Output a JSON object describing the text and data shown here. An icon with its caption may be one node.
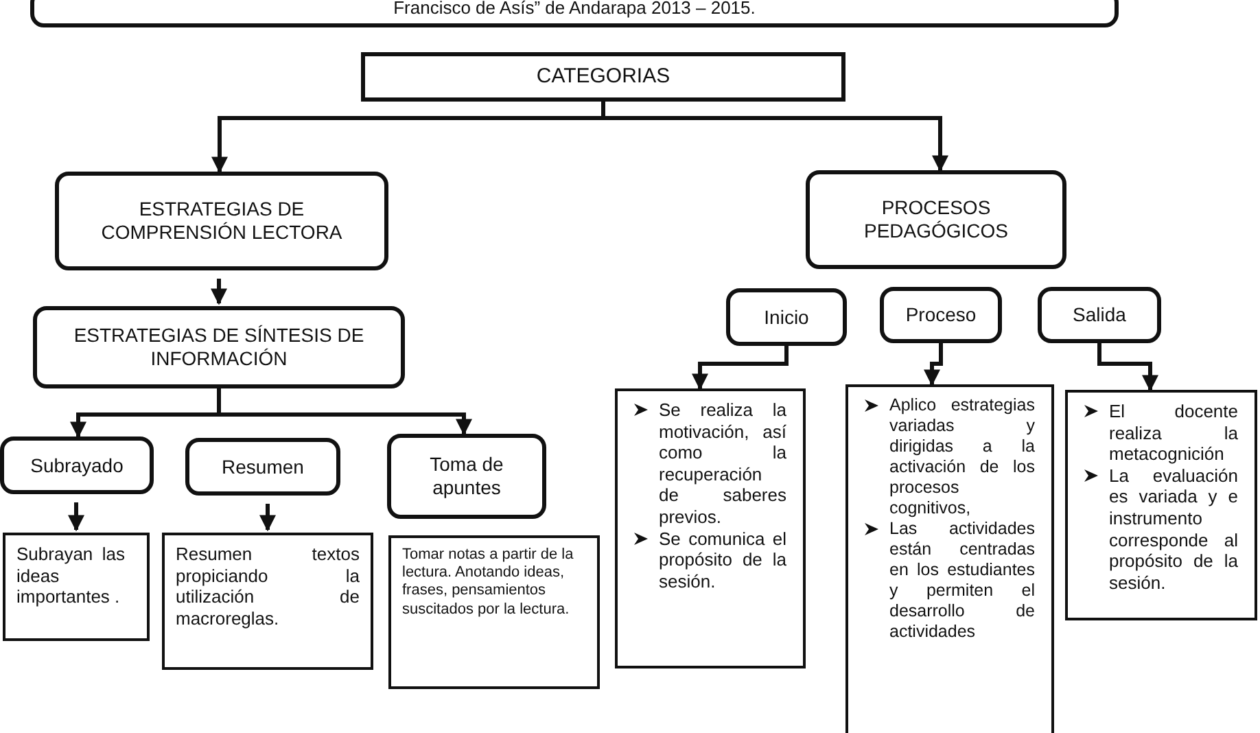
{
  "diagram": {
    "nodes": [
      {
        "text": [
          "Francisco de Asís” de Andarapa 2013 – 2015."
        ]
      },
      {
        "text": [
          "CATEGORIAS"
        ]
      },
      {
        "text": [
          "ESTRATEGIAS DE COMPRENSIÓN LECTORA"
        ]
      },
      {
        "text": [
          "PROCESOS PEDAGÓGICOS"
        ]
      },
      {
        "text": [
          "ESTRATEGIAS DE SÍNTESIS DE INFORMACIÓN"
        ]
      },
      {
        "text": [
          "Inicio"
        ]
      },
      {
        "text": [
          "Proceso"
        ]
      },
      {
        "text": [
          "Salida"
        ]
      },
      {
        "text": [
          "Se realiza la motivación, así como la recuperación de saberes previos.",
          "Se comunica el propósito de la sesión."
        ]
      },
      {
        "text": [
          "Aplico estrategias variadas y dirigidas a la activación de los procesos cognitivos,",
          "Las actividades están centradas en los estudiantes y permiten el desarrollo de actividades"
        ]
      },
      {
        "text": [
          "El docente realiza la metacognición",
          "La evaluación es variada y e instrumento corresponde al propósito de la sesión."
        ]
      },
      {
        "text": [
          "Subrayado"
        ]
      },
      {
        "text": [
          "Resumen"
        ]
      },
      {
        "text": [
          "Toma de apuntes"
        ]
      },
      {
        "text": [
          "Subrayan las ideas importantes ."
        ]
      },
      {
        "text": [
          "Resumen textos propiciando la utilización de macroreglas."
        ]
      },
      {
        "text": [
          "Tomar notas a partir de la lectura. Anotando ideas, frases, pensamientos suscitados por la lectura."
        ]
      }
    ],
    "edges": [
      {
        "from": 1,
        "to": 2,
        "arrow": "to"
      },
      {
        "from": 1,
        "to": 3,
        "arrow": "to"
      },
      {
        "from": 2,
        "to": 4,
        "arrow": "to"
      },
      {
        "from": 4,
        "to": 11,
        "arrow": "to"
      },
      {
        "from": 4,
        "to": 13,
        "arrow": "to"
      },
      {
        "from": 11,
        "to": 14,
        "arrow": "to"
      },
      {
        "from": 12,
        "to": 15,
        "arrow": "to"
      },
      {
        "from": 5,
        "to": 8,
        "arrow": "to"
      },
      {
        "from": 6,
        "to": 9,
        "arrow": "to"
      },
      {
        "from": 7,
        "to": 10,
        "arrow": "to"
      }
    ]
  }
}
